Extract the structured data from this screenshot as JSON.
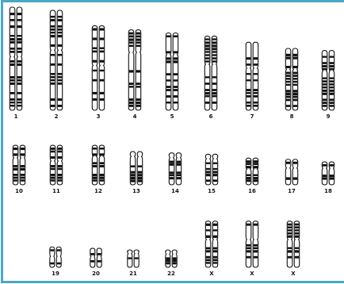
{
  "figure": {
    "border_color": "#4aa8c4",
    "chromatid_fill": "#ffffff",
    "band_color": "#111111"
  },
  "chromosomes": [
    {
      "label": "1",
      "row": 0,
      "arm_ratio": 0.48,
      "length": 1.0
    },
    {
      "label": "2",
      "row": 0,
      "arm_ratio": 0.4,
      "length": 0.97
    },
    {
      "label": "3",
      "row": 0,
      "arm_ratio": 0.47,
      "length": 0.82
    },
    {
      "label": "4",
      "row": 0,
      "arm_ratio": 0.28,
      "length": 0.78
    },
    {
      "label": "5",
      "row": 0,
      "arm_ratio": 0.28,
      "length": 0.75
    },
    {
      "label": "6",
      "row": 0,
      "arm_ratio": 0.38,
      "length": 0.72
    },
    {
      "label": "7",
      "row": 0,
      "arm_ratio": 0.38,
      "length": 0.66
    },
    {
      "label": "8",
      "row": 0,
      "arm_ratio": 0.34,
      "length": 0.6
    },
    {
      "label": "9",
      "row": 0,
      "arm_ratio": 0.34,
      "length": 0.58
    },
    {
      "label": "10",
      "row": 1,
      "arm_ratio": 0.32,
      "length": 0.62
    },
    {
      "label": "11",
      "row": 1,
      "arm_ratio": 0.4,
      "length": 0.62
    },
    {
      "label": "12",
      "row": 1,
      "arm_ratio": 0.28,
      "length": 0.62
    },
    {
      "label": "13",
      "row": 1,
      "arm_ratio": 0.15,
      "length": 0.52
    },
    {
      "label": "14",
      "row": 1,
      "arm_ratio": 0.15,
      "length": 0.5
    },
    {
      "label": "15",
      "row": 1,
      "arm_ratio": 0.15,
      "length": 0.48
    },
    {
      "label": "16",
      "row": 1,
      "arm_ratio": 0.42,
      "length": 0.42
    },
    {
      "label": "17",
      "row": 1,
      "arm_ratio": 0.34,
      "length": 0.4
    },
    {
      "label": "18",
      "row": 1,
      "arm_ratio": 0.28,
      "length": 0.36
    },
    {
      "label": "19",
      "row": 2,
      "arm_ratio": 0.46,
      "length": 0.3
    },
    {
      "label": "20",
      "row": 2,
      "arm_ratio": 0.44,
      "length": 0.28
    },
    {
      "label": "21",
      "row": 2,
      "arm_ratio": 0.22,
      "length": 0.22
    },
    {
      "label": "22",
      "row": 2,
      "arm_ratio": 0.24,
      "length": 0.22
    },
    {
      "label": "X",
      "row": 2,
      "arm_ratio": 0.4,
      "length": 0.68
    },
    {
      "label": "X",
      "row": 2,
      "arm_ratio": 0.4,
      "length": 0.68
    },
    {
      "label": "X",
      "row": 2,
      "arm_ratio": 0.4,
      "length": 0.68
    }
  ]
}
